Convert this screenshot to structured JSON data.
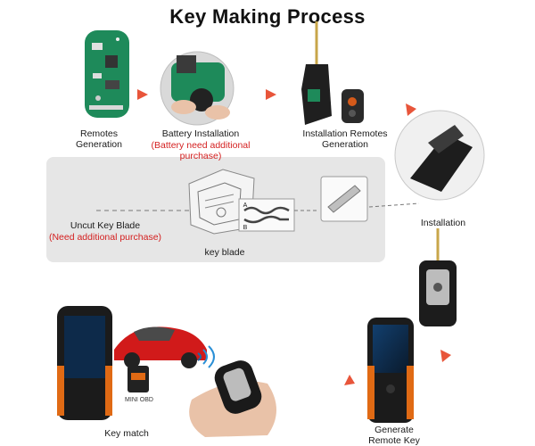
{
  "title": "Key Making Process",
  "steps": {
    "remotes_generation": "Remotes\nGeneration",
    "battery_installation": "Battery Installation",
    "battery_note": "(Battery need additional purchase)",
    "installation_remotes_generation": "Installation Remotes\nGeneration",
    "installation": "Installation",
    "uncut_key_blade": "Uncut Key  Blade",
    "uncut_note": "(Need additional purchase)",
    "key_blade": "key blade",
    "generate_remote_key": "Generate\nRemote Key",
    "key_match": "Key match"
  },
  "device_texts": {
    "mini_obd": "MINI OBD",
    "blade_marker_a": "A",
    "blade_marker_b": "B"
  },
  "colors": {
    "arrow": "#e8553a",
    "pcb_green": "#1e8a5a",
    "note_red": "#d42020",
    "car_red": "#d11a1a"
  }
}
